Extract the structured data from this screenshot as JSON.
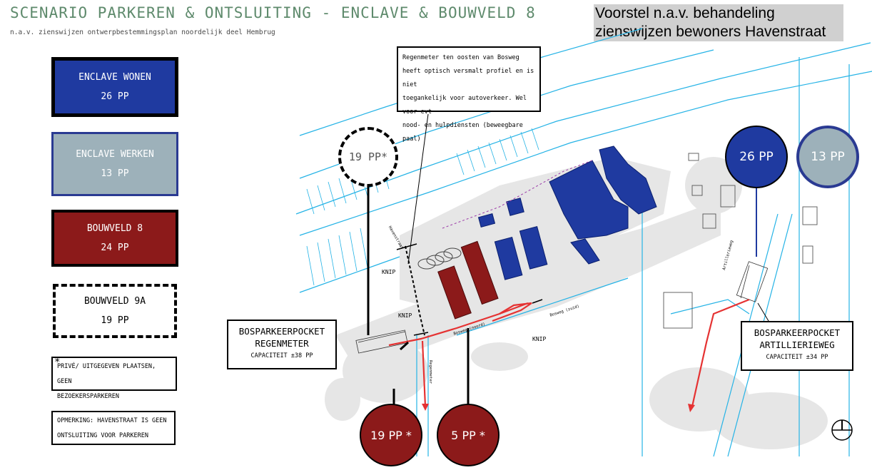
{
  "header": {
    "title": "SCENARIO PARKEREN & ONTSLUITING - ENCLAVE & BOUWVELD 8",
    "subtitle": "n.a.v. zienswijzen ontwerpbestemmingsplan noordelijk deel Hembrug",
    "proposal_line1": "Voorstel n.a.v. behandeling",
    "proposal_line2": "zienswijzen bewoners Havenstraat"
  },
  "legend": [
    {
      "name": "ENCLAVE WONEN",
      "count": "26 PP",
      "fill": "#1f3aa0",
      "border": "#000000",
      "text_color": "#ffffff"
    },
    {
      "name": "ENCLAVE WERKEN",
      "count": "13 PP",
      "fill": "#9db1ba",
      "border": "#2a3a92",
      "text_color": "#ffffff"
    },
    {
      "name": "BOUWVELD 8",
      "count": "24 PP",
      "fill": "#8c1a1a",
      "border": "#000000",
      "text_color": "#ffffff"
    },
    {
      "name": "BOUWVELD 9A",
      "count": "19 PP",
      "fill": "#ffffff",
      "border": "#000000",
      "text_color": "#000000"
    }
  ],
  "notes": {
    "private_star": "*",
    "private_line1": "PRIVÉ/ UITGEGEVEN PLAATSEN, GEEN",
    "private_line2": "BEZOEKERSPARKEREN",
    "remark_line1": "OPMERKING: HAVENSTRAAT IS GEEN",
    "remark_line2": "ONTSLUITING VOOR PARKEREN"
  },
  "info": {
    "line1": "Regenmeter ten oosten van Bosweg",
    "line2": "heeft optisch versmalt profiel en is niet",
    "line3": "toegankelijk voor autoverkeer. Wel voor evt",
    "line4": "nood- en hulpdiensten (beweegbare paal)"
  },
  "callouts": {
    "regenmeter_line1": "BOSPARKEERPOCKET",
    "regenmeter_line2": "REGENMETER",
    "regenmeter_capacity": "CAPACITEIT ±38 PP",
    "artillerie_line1": "BOSPARKEERPOCKET",
    "artillerie_line2": "ARTILLIERIEWEG",
    "artillerie_capacity": "CAPACITEIT ±34 PP"
  },
  "circles": {
    "bouwveld9a": "19 PP*",
    "wonen": "26 PP",
    "werken": "13 PP",
    "bouwveld8_a": "19 PP *",
    "bouwveld8_b": "5 PP *"
  },
  "map_labels": {
    "knip1": "KNIP",
    "knip2": "KNIP",
    "knip3": "KNIP",
    "havenstraat": "Havenstraat",
    "bosweg_noord": "Bosweg (noord)",
    "bosweg_zuid": "Bosweg (zuid)",
    "regenmeter": "Regenmeter",
    "artillerieweg": "Artillerieweg"
  },
  "colors": {
    "blue_dark": "#1f3aa0",
    "grey_blue": "#9db1ba",
    "red_dark": "#8c1a1a",
    "cyan_lines": "#25b3e6",
    "route_red": "#e53232"
  }
}
